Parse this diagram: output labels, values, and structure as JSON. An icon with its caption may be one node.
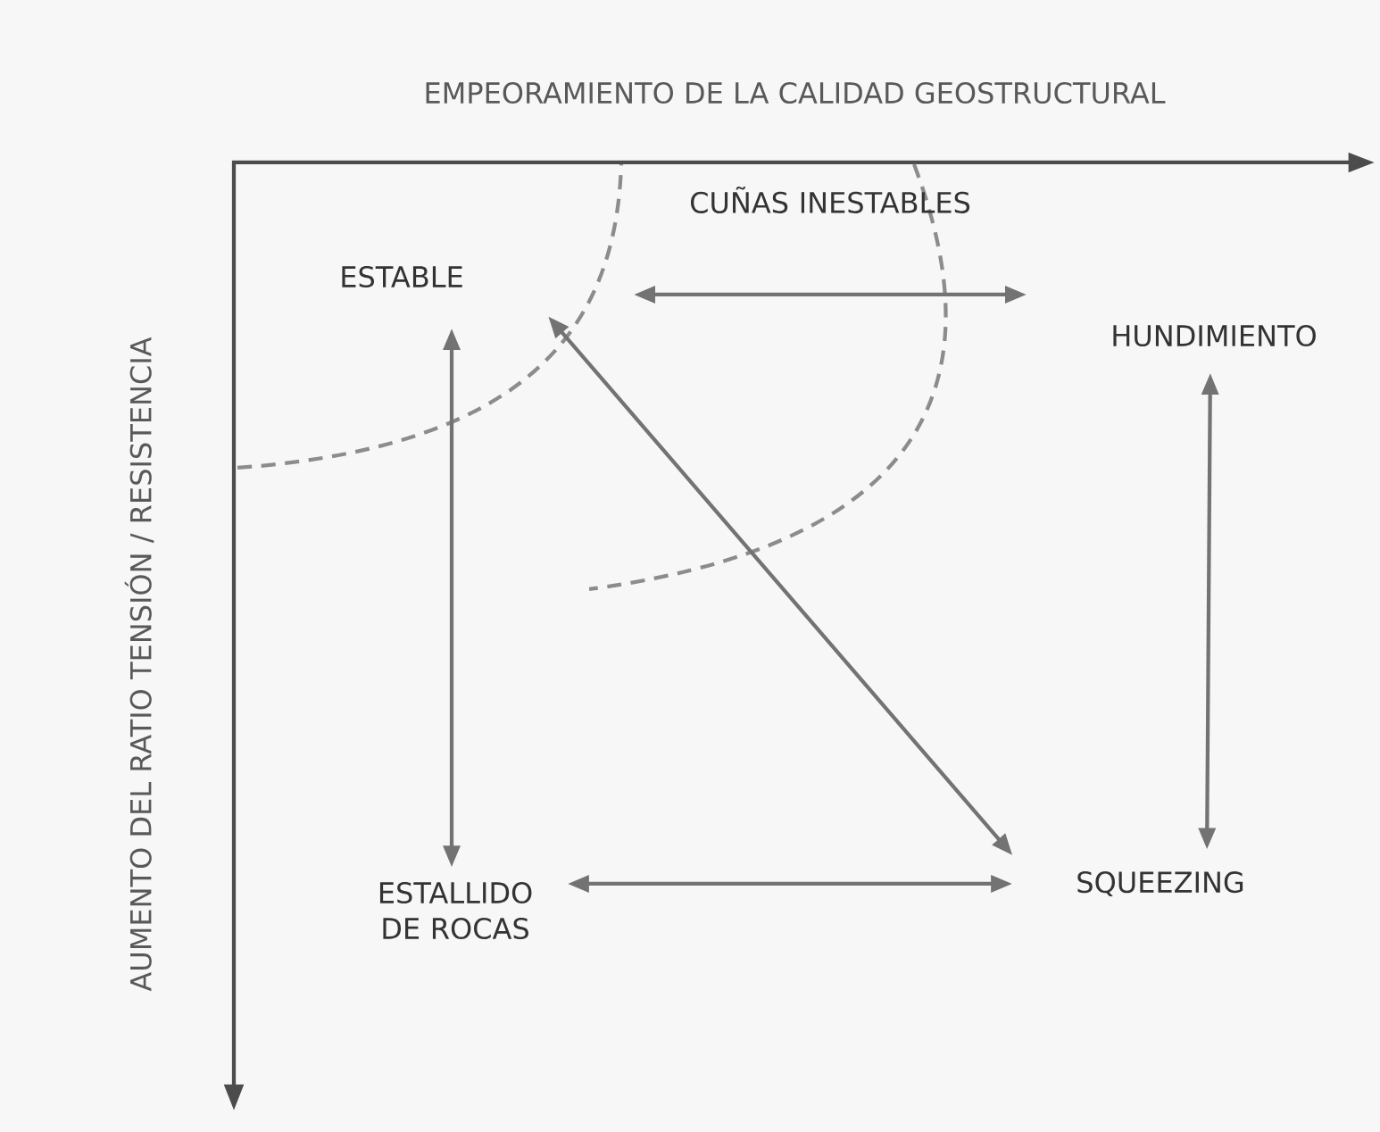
{
  "diagram": {
    "title": "EMPEORAMIENTO DE LA CALIDAD GEOSTRUCTURAL",
    "nodes": [
      {
        "text": [
          "ESTABLE"
        ]
      },
      {
        "text": [
          "CUÑAS INESTABLES"
        ]
      },
      {
        "text": [
          "HUNDIMIENTO"
        ]
      },
      {
        "text": [
          "ESTALLIDO DE ROCAS"
        ]
      },
      {
        "text": [
          "SQUEEZING"
        ]
      }
    ],
    "edges": [
      {
        "from": 0,
        "to": 3,
        "arrow": "both"
      },
      {
        "from": 0,
        "to": 4,
        "arrow": "both"
      },
      {
        "from": 2,
        "to": 4,
        "arrow": "both"
      },
      {
        "from": 3,
        "to": 4,
        "arrow": "both"
      }
    ],
    "labels": [
      "AUMENTO DEL RATIO TENSIÓN / RESISTENCIA"
    ]
  }
}
